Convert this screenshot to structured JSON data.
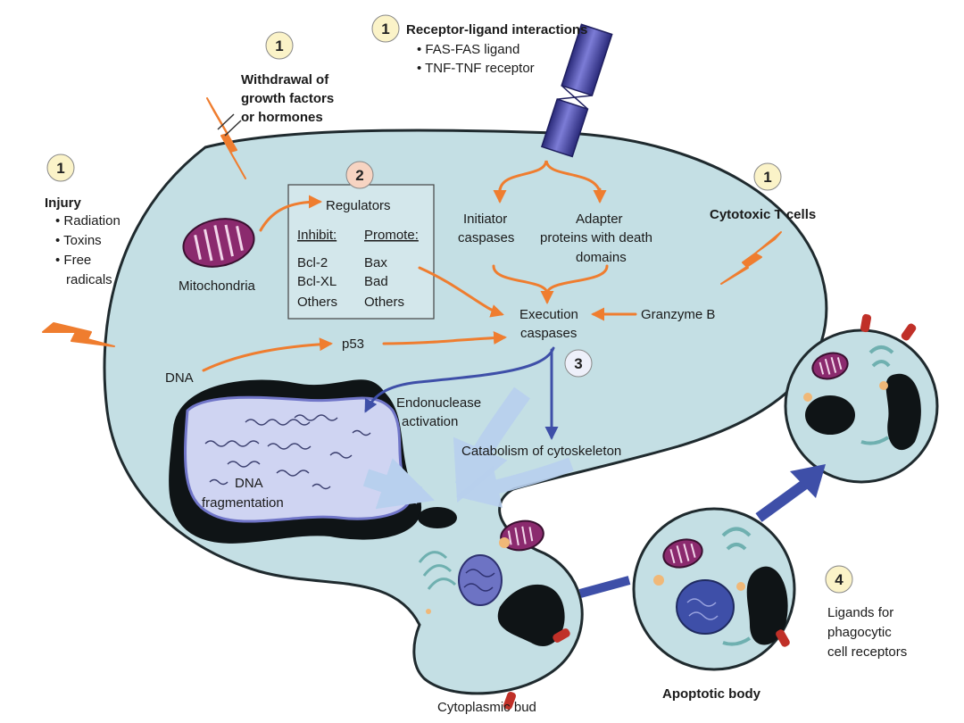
{
  "colors": {
    "cell_fill": "#c4dfe4",
    "cell_stroke": "#1f2a2e",
    "orange_arrow": "#ef7d2f",
    "blue_arrow": "#3e4fa8",
    "light_blue_arrow": "#b8d0ee",
    "circle_fill": "#fbf3c8",
    "mito_fill": "#8b2a6e",
    "nucleus_fill": "#6d73c4"
  },
  "icons": [
    "mitochondrion-icon",
    "lightning-icon",
    "receptor-icon",
    "dna-strand-icon"
  ],
  "stimuli": {
    "withdrawal": {
      "num": "1",
      "line1": "Withdrawal of",
      "line2": "growth factors",
      "line3": "or hormones"
    },
    "receptor": {
      "num": "1",
      "title": "Receptor-ligand interactions",
      "item1": "• FAS-FAS ligand",
      "item2": "• TNF-TNF receptor"
    },
    "injury": {
      "num": "1",
      "title": "Injury",
      "item1": "• Radiation",
      "item2": "• Toxins",
      "item3": "• Free",
      "item4": "radicals"
    },
    "tcells": {
      "num": "1",
      "title": "Cytotoxic T cells"
    }
  },
  "regulators": {
    "num": "2",
    "title": "Regulators",
    "inhibit_header": "Inhibit:",
    "promote_header": "Promote:",
    "inhibit": [
      "Bcl-2",
      "Bcl-XL",
      "Others"
    ],
    "promote": [
      "Bax",
      "Bad",
      "Others"
    ]
  },
  "labels": {
    "mitochondria": "Mitochondria",
    "initiator1": "Initiator",
    "initiator2": "caspases",
    "adapter1": "Adapter",
    "adapter2": "proteins with death",
    "adapter3": "domains",
    "execution1": "Execution",
    "execution2": "caspases",
    "granzyme": "Granzyme B",
    "p53": "p53",
    "dna": "DNA",
    "endonuclease1": "Endonuclease",
    "endonuclease2": "activation",
    "catabolism": "Catabolism of cytoskeleton",
    "dnafrag1": "DNA",
    "dnafrag2": "fragmentation",
    "bud": "Cytoplasmic bud",
    "apoptotic": "Apoptotic body",
    "ligands1": "Ligands for",
    "ligands2": "phagocytic",
    "ligands3": "cell receptors",
    "step3": "3",
    "step4": "4"
  }
}
